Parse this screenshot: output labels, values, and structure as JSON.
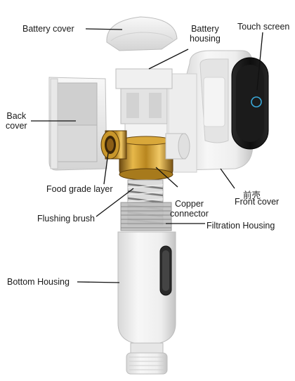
{
  "labels": {
    "battery_cover": "Battery cover",
    "battery_housing": "Battery\nhousing",
    "touch_screen": "Touch screen",
    "back_cover": "Back\ncover",
    "food_grade_layer": "Food grade layer",
    "copper_connector": "Copper\nconnector",
    "front_cover": "Front cover",
    "front_cover_cn": "前壳",
    "flushing_brush": "Flushing brush",
    "filtration_housing": "Filtration Housing",
    "bottom_housing": "Bottom Housing"
  },
  "colors": {
    "plastic_white": "#f2f2f2",
    "plastic_shadow": "#c9c9c9",
    "brass": "#c8962a",
    "screen_black": "#141414",
    "touch_ring": "#3aa8d8"
  }
}
